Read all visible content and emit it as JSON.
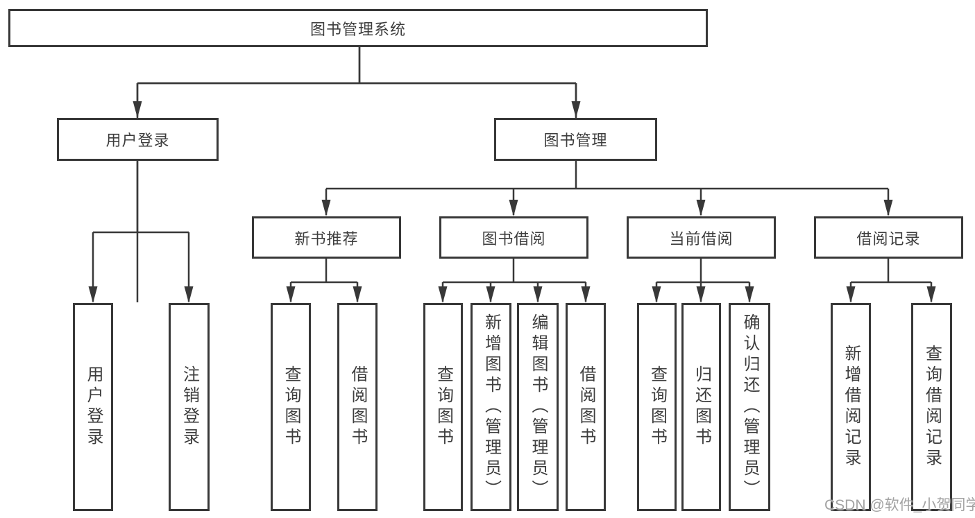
{
  "diagram": {
    "root": "图书管理系统",
    "login_branch": {
      "label": "用户登录",
      "children": [
        "用户登录",
        "注销登录"
      ]
    },
    "mgmt_branch": {
      "label": "图书管理",
      "groups": [
        {
          "label": "新书推荐",
          "children": [
            "查询图书",
            "借阅图书"
          ]
        },
        {
          "label": "图书借阅",
          "children": [
            "查询图书",
            "新增图书（管理员）",
            "编辑图书（管理员）",
            "借阅图书"
          ]
        },
        {
          "label": "当前借阅",
          "children": [
            "查询图书",
            "归还图书",
            "确认归还（管理员）"
          ]
        },
        {
          "label": "借阅记录",
          "children": [
            "新增借阅记录",
            "查询借阅记录"
          ]
        }
      ]
    }
  },
  "watermark": "CSDN @软件_小贺同学",
  "colors": {
    "line": "#383838",
    "text": "#3d3d3d",
    "background": "#ffffff",
    "watermark": "#a3a3a3"
  }
}
